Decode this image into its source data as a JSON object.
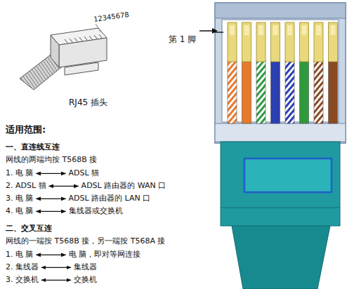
{
  "diagram": {
    "labels": [
      "12345678",
      "RJ45 插头",
      "第 1 脚",
      "适用范围:",
      "一、直连线互连",
      "网线的两端均按 T568B 接",
      "1. 电 脑",
      "ADSL 猫",
      "2. ADSL 猫",
      "ADSL 路由器的 WAN 口",
      "3. 电 脑",
      "ADSL 路由器的 LAN 口",
      "4. 电 脑",
      "集线器或交换机",
      "二、交叉互连",
      "网线的一端按 T568B 接，另一端按 T568A 接",
      "1. 电 脑",
      "电 脑，即对等网连接",
      "2. 集线器",
      "集线器",
      "3. 交换机",
      "交换机"
    ]
  }
}
